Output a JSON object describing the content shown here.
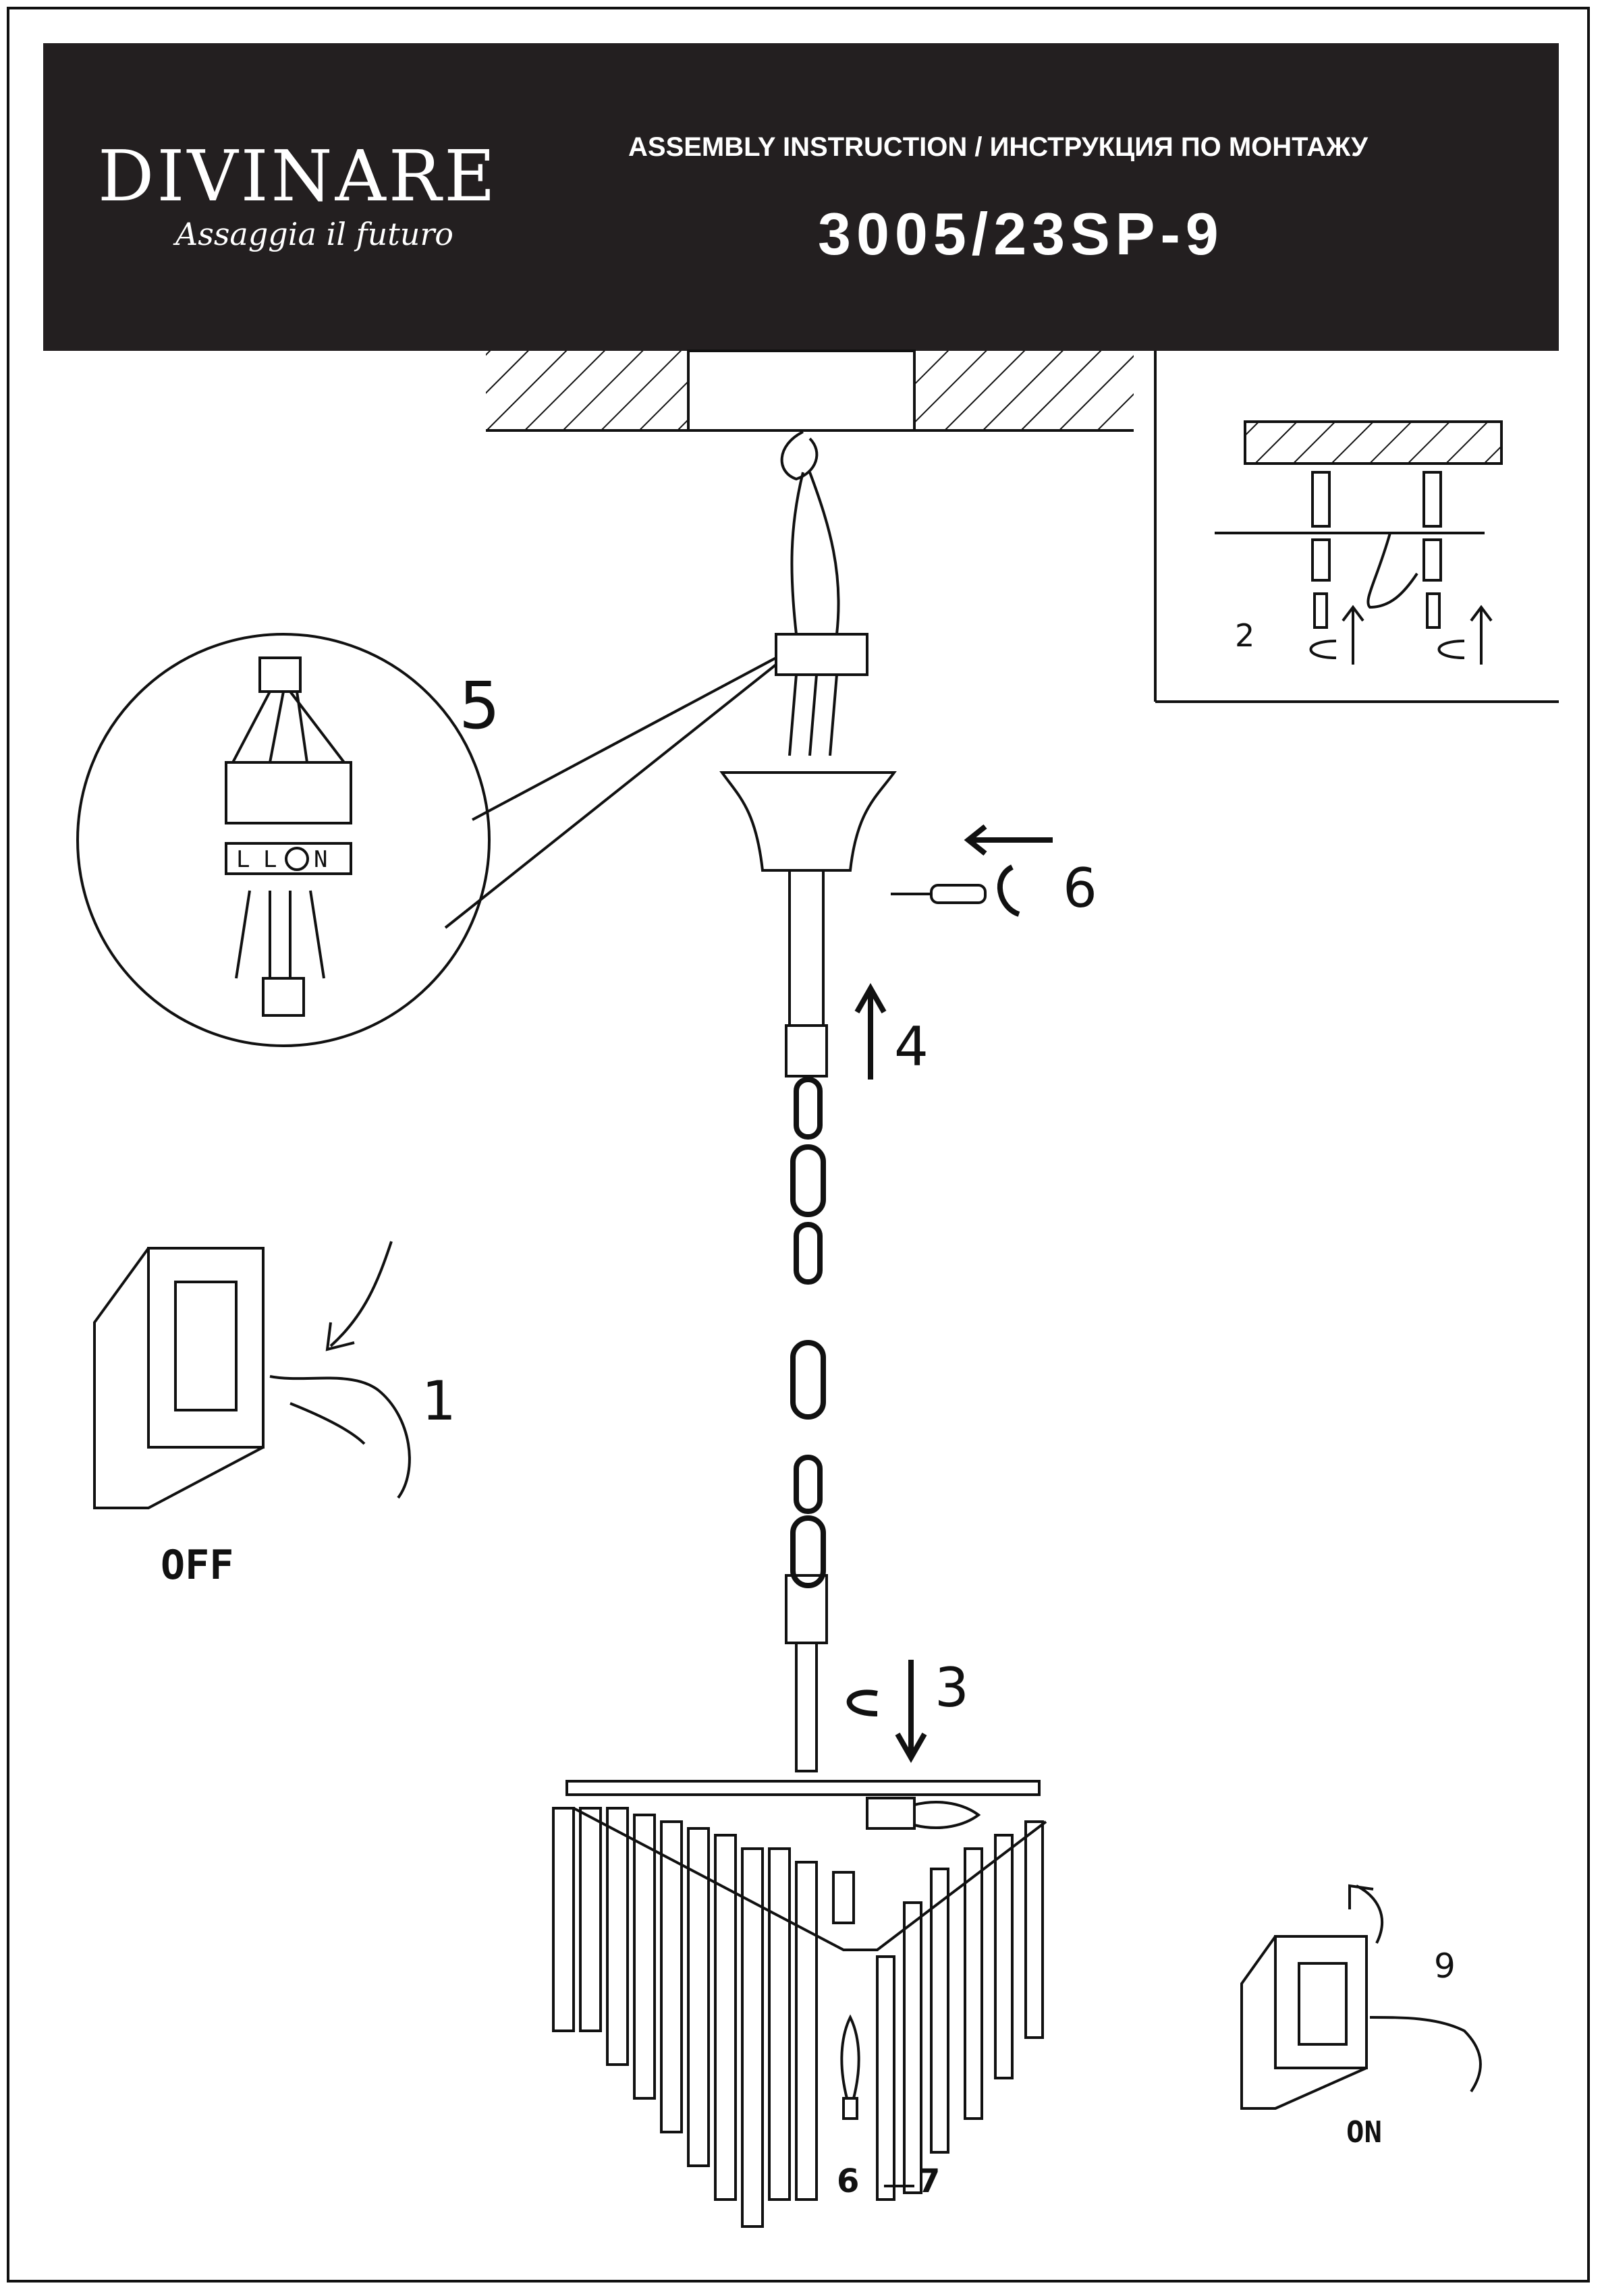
{
  "header": {
    "brand": "DIVINARE",
    "tagline": "Assaggia il futuro",
    "title": "ASSEMBLY INSTRUCTION / ИНСТРУКЦИЯ ПО МОНТАЖУ",
    "model": "3005/23SP-9"
  },
  "steps": {
    "s1": "1",
    "s2": "2",
    "s3": "3",
    "s4": "4",
    "s5": "5",
    "s6": "6",
    "s6b": "6",
    "s7": "7",
    "s9": "9"
  },
  "switches": {
    "off_label": "OFF",
    "on_label": "ON"
  },
  "terminal_labels": [
    "L",
    "L",
    "N"
  ],
  "icons": [
    "switch-off-icon",
    "switch-on-icon",
    "hand-icon",
    "screwdriver-icon",
    "hook-icon",
    "rotate-arrow-icon",
    "bulb-icon"
  ]
}
